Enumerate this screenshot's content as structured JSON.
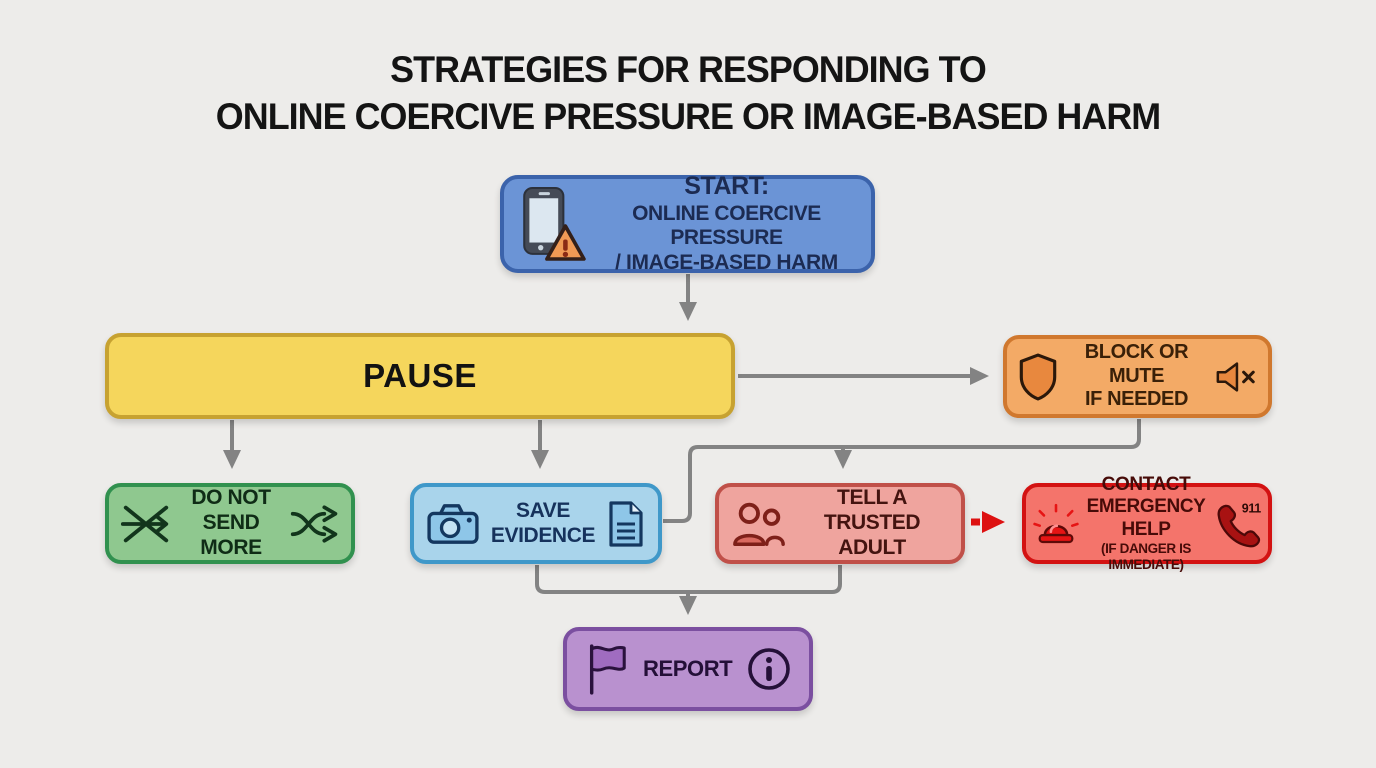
{
  "title": {
    "line1": "STRATEGIES FOR RESPONDING TO",
    "line2": "ONLINE COERCIVE PRESSURE OR IMAGE-BASED HARM"
  },
  "nodes": {
    "start": {
      "line1": "START:",
      "line2": "ONLINE COERCIVE PRESSURE",
      "line3": "/ IMAGE-BASED HARM",
      "icon": "phone-warning-icon",
      "fill": "#6b94d6",
      "border": "#3b63ab"
    },
    "pause": {
      "label": "PAUSE",
      "fill": "#f5d65c",
      "border": "#c7a231"
    },
    "block_mute": {
      "line1": "BLOCK OR MUTE",
      "line2": "IF NEEDED",
      "icons": [
        "shield-icon",
        "speaker-mute-icon"
      ],
      "fill": "#f3aa66",
      "border": "#d0782e"
    },
    "do_not_send": {
      "line1": "DO NOT",
      "line2": "SEND MORE",
      "icons": [
        "no-send-icon",
        "shuffle-icon"
      ],
      "fill": "#8fc88f",
      "border": "#31914f"
    },
    "save_evidence": {
      "line1": "SAVE",
      "line2": "EVIDENCE",
      "icons": [
        "camera-icon",
        "document-icon"
      ],
      "fill": "#a9d4eb",
      "border": "#3f98c9"
    },
    "tell_adult": {
      "line1": "TELL A",
      "line2": "TRUSTED ADULT",
      "icons": [
        "people-icon"
      ],
      "fill": "#efa49e",
      "border": "#c05049"
    },
    "emergency": {
      "line1": "CONTACT",
      "line2": "EMERGENCY HELP",
      "line3": "(IF DANGER IS IMMEDIATE)",
      "phone_badge": "911",
      "icons": [
        "siren-icon",
        "phone-911-icon"
      ],
      "fill": "#f4746b",
      "border": "#d31212"
    },
    "report": {
      "label": "REPORT",
      "icons": [
        "flag-icon",
        "info-icon"
      ],
      "fill": "#b991cf",
      "border": "#7b4fa0"
    }
  },
  "connectors": {
    "arrow_color": "#838383",
    "emergency_arrow_color": "#dd1111",
    "emergency_arrow_style": "dashed"
  }
}
